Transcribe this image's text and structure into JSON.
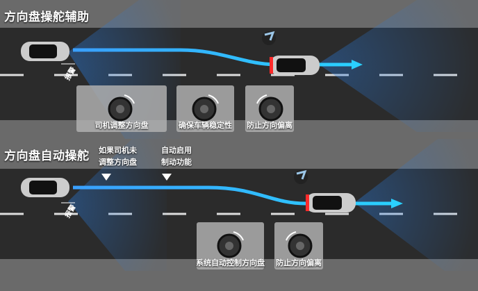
{
  "panel_assist": {
    "title": "方向盘操舵辅助",
    "alarm_label": "报警",
    "cards": [
      {
        "label": "司机调整方向盘",
        "rotation": "clockwise"
      },
      {
        "label": "确保车辆稳定性",
        "rotation": "clockwise"
      },
      {
        "label": "防止方向偏离",
        "rotation": "counterclockwise"
      }
    ]
  },
  "panel_auto": {
    "title": "方向盘自动操舵",
    "alarm_label": "报警",
    "notes": [
      {
        "line1": "如果司机未",
        "line2": "调整方向盘"
      },
      {
        "line1": "自动启用",
        "line2": "制动功能"
      }
    ],
    "cards": [
      {
        "label": "系统自动控制方向盘",
        "rotation": "clockwise"
      },
      {
        "label": "防止方向偏离",
        "rotation": "counterclockwise"
      }
    ]
  },
  "colors": {
    "road": "#2b2b2b",
    "band": "#6a6a6a",
    "path": "#2aa8ff",
    "radar": "#1e6fd0",
    "brake": "#ff2a2a"
  }
}
